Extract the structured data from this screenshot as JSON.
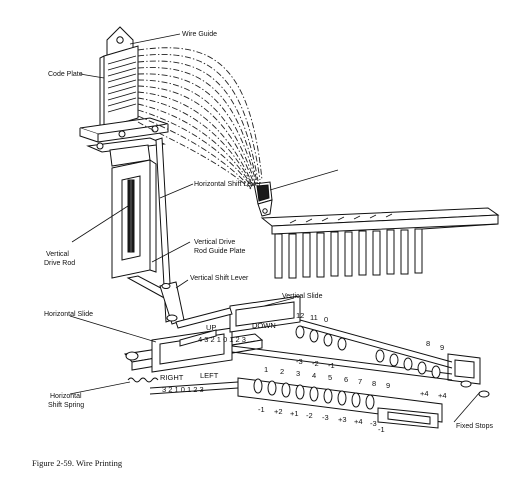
{
  "labels": {
    "wire_guide": "Wire Guide",
    "code_plate": "Code Plate",
    "horizontal_shift_lever": "Horizontal Shift Lever",
    "vertical_drive_rod_1": "Vertical",
    "vertical_drive_rod_2": "Drive Rod",
    "guide_plate_1": "Vertical Drive",
    "guide_plate_2": "Rod Guide Plate",
    "vertical_shift_lever": "Vertical Shift Lever",
    "vertical_slide": "Vertical Slide",
    "horizontal_slide": "Horizontal Slide",
    "horizontal_shift_spring_1": "Horizontal",
    "horizontal_shift_spring_2": "Shift Spring",
    "fixed_stops": "Fixed Stops"
  },
  "scales": {
    "vertical_direction": "UP",
    "vertical_direction_right": "DOWN",
    "vertical_digits": "4 3 2 1 0 1 2 3",
    "horizontal_direction_left": "RIGHT",
    "horizontal_direction_right": "LEFT",
    "horizontal_digits": "3 2 1 0 1 2 3"
  },
  "stop_numbers": {
    "upper_top": [
      "12",
      "11",
      "0"
    ],
    "upper_right": [
      "8",
      "9"
    ],
    "upper_signs": [
      "-3",
      "-2",
      "-1"
    ],
    "upper_right_signs": [
      "+4",
      "+4"
    ],
    "lower_top": [
      "1",
      "2",
      "3",
      "4",
      "5",
      "6",
      "7",
      "8"
    ],
    "lower_signs": [
      "-1",
      "+2",
      "+1",
      "-2",
      "-3",
      "+3",
      "+4",
      "-3"
    ],
    "far_right": "9",
    "far_right_sign": "-1"
  },
  "caption": "Figure 2-59.  Wire Printing",
  "colors": {
    "ink": "#111111",
    "paper": "#ffffff"
  }
}
